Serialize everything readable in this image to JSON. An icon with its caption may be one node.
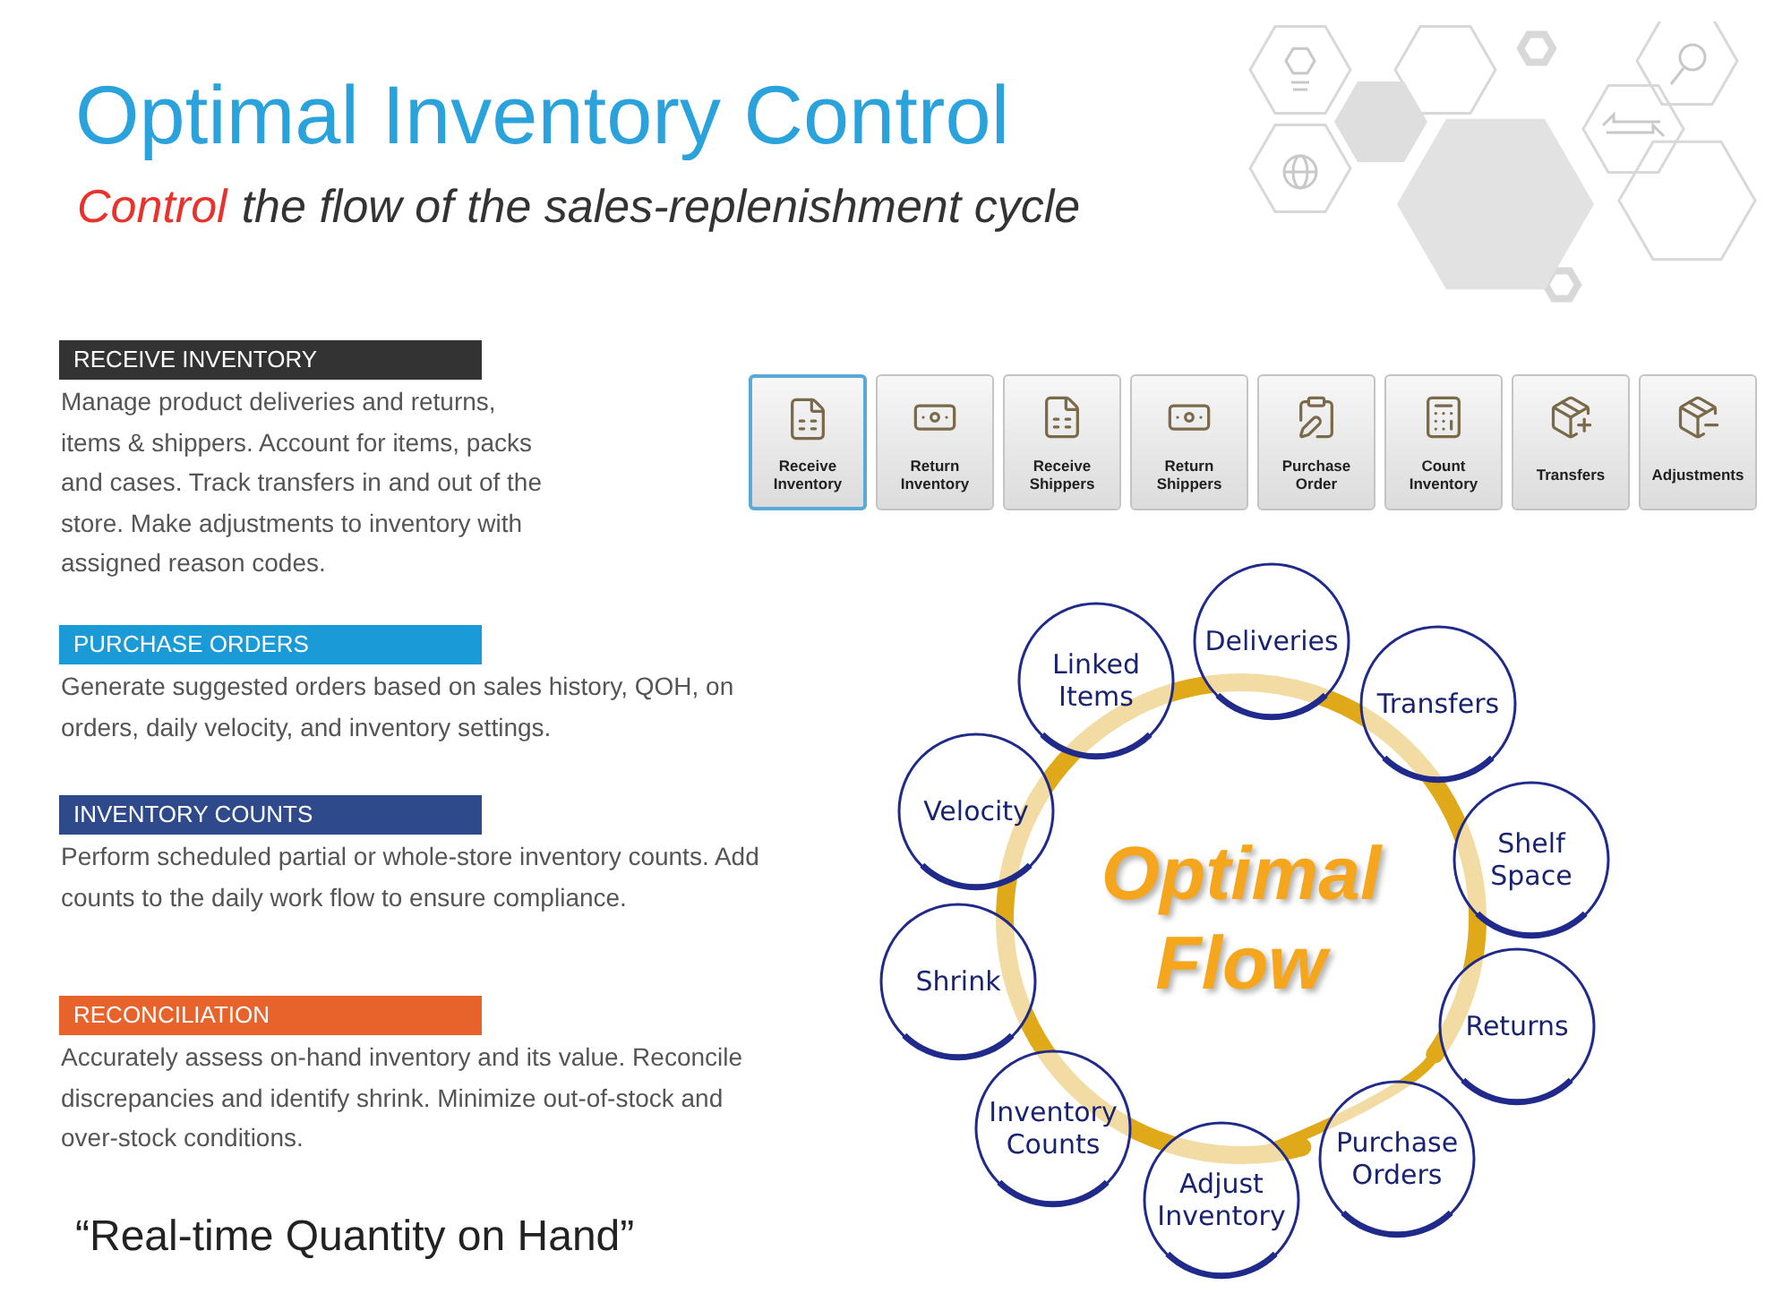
{
  "diagram": {
    "title": "Optimal Inventory Control",
    "nodes": [
      {
        "text": [
          "RECEIVE INVENTORY"
        ],
        "beside": [
          "Manage product deliveries and returns, items & shippers. Account for items, packs and cases. Track transfers in and out of the store. Make adjustments to inventory with assigned reason codes."
        ]
      },
      {
        "text": [
          "PURCHASE ORDERS"
        ],
        "beside": [
          "Generate suggested orders based on sales history, QOH, on orders, daily velocity, and inventory settings."
        ]
      },
      {
        "text": [
          "INVENTORY COUNTS"
        ],
        "beside": [
          "Perform scheduled partial or whole-store inventory counts. Add counts to the daily work flow to ensure compliance."
        ]
      },
      {
        "text": [
          "RECONCILIATION"
        ],
        "beside": [
          "Accurately assess on-hand inventory and its value. Reconcile discrepancies and identify shrink. Minimize out-of-stock and over-stock conditions."
        ]
      },
      {
        "text": [
          "Receive Inventory"
        ]
      },
      {
        "text": [
          "Return Inventory"
        ]
      },
      {
        "text": [
          "Receive Shippers"
        ]
      },
      {
        "text": [
          "Return Shippers"
        ]
      },
      {
        "text": [
          "Purchase Order"
        ]
      },
      {
        "text": [
          "Count Inventory"
        ]
      },
      {
        "text": [
          "Transfers"
        ]
      },
      {
        "text": [
          "Adjustments"
        ]
      },
      {
        "text": [
          "Optimal Flow"
        ]
      },
      {
        "text": [
          "Deliveries"
        ]
      },
      {
        "text": [
          "Transfers"
        ]
      },
      {
        "text": [
          "Shelf Space"
        ]
      },
      {
        "text": [
          "Returns"
        ]
      },
      {
        "text": [
          "Purchase Orders"
        ]
      },
      {
        "text": [
          "Adjust Inventory"
        ]
      },
      {
        "text": [
          "Inventory Counts"
        ]
      },
      {
        "text": [
          "Shrink"
        ]
      },
      {
        "text": [
          "Velocity"
        ]
      },
      {
        "text": [
          "Linked Items"
        ]
      }
    ],
    "labels": [
      "Control",
      "the flow of the sales-replenishment cycle",
      "“Real-time Quantity on Hand”"
    ]
  }
}
